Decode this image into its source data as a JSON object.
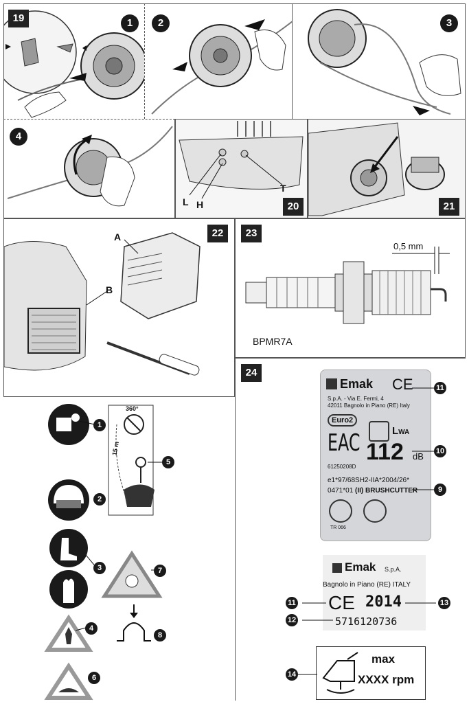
{
  "fig19": {
    "number": "19",
    "steps": [
      "1",
      "2",
      "3"
    ]
  },
  "fig19b": {
    "step": "4"
  },
  "fig20": {
    "number": "20",
    "labels": {
      "l": "L",
      "h": "H",
      "t": "T"
    }
  },
  "fig21": {
    "number": "21"
  },
  "fig22": {
    "number": "22",
    "labels": {
      "a": "A",
      "b": "B"
    }
  },
  "fig23": {
    "number": "23",
    "gap": "0,5 mm",
    "plug_model": "BPMR7A"
  },
  "fig24": {
    "number": "24",
    "symbols": {
      "c1": "1",
      "c2": "2",
      "c3": "3",
      "c4": "4",
      "c5": "5",
      "c6": "6",
      "c7": "7",
      "c8": "8",
      "angle": "360°",
      "distance": "15 m"
    },
    "label_plate": {
      "brand": "Emak",
      "ce": "CE",
      "address1": "S.p.A. - Via E. Fermi, 4",
      "address2": "42011 Bagnolo in Piano (RE) Italy",
      "euro": "Euro2",
      "eac": "EAC",
      "lwa": "L",
      "lwa_sub": "WA",
      "noise_value": "112",
      "noise_unit": "dB",
      "code": "61250208D",
      "approval1": "e1*97/68SH2-IIA*2004/26*",
      "approval2": "0471*01",
      "class_mark": "(II)",
      "machine_type": "BRUSHCUTTER",
      "tr": "TR 066",
      "c9": "9",
      "c10": "10",
      "c11": "11"
    },
    "sticker": {
      "brand": "Emak",
      "spa": "S.p.A.",
      "address": "Bagnolo in Piano (RE) ITALY",
      "ce": "CE",
      "year": "2014",
      "serial": "5716120736",
      "c11": "11",
      "c12": "12",
      "c13": "13"
    },
    "rpm_label": {
      "max": "max",
      "rpm": "XXXX rpm",
      "c14": "14"
    }
  }
}
